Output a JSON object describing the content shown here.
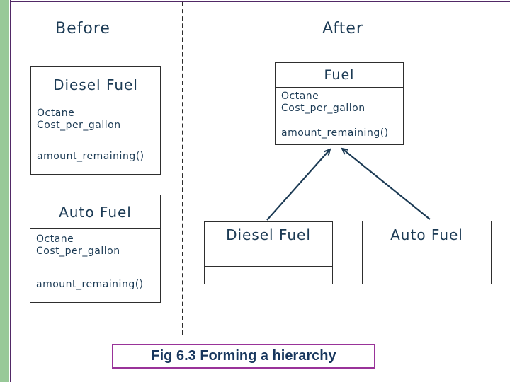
{
  "slide": {
    "headings": {
      "before": "Before",
      "after": "After"
    },
    "caption": "Fig 6.3 Forming a hierarchy"
  },
  "colors": {
    "diagram_text": "#1b3a54",
    "box_border": "#2e2e2e",
    "sidebar_green": "#98c998",
    "frame_purple": "#512866",
    "caption_border": "#993399",
    "caption_text": "#17365d",
    "arrow": "#1b3a54"
  },
  "before_section": {
    "classes": [
      {
        "name": "Diesel Fuel",
        "attributes": [
          "Octane",
          "Cost_per_gallon"
        ],
        "methods": [
          "amount_remaining()"
        ]
      },
      {
        "name": "Auto Fuel",
        "attributes": [
          "Octane",
          "Cost_per_gallon"
        ],
        "methods": [
          "amount_remaining()"
        ]
      }
    ]
  },
  "after_section": {
    "parent_class": {
      "name": "Fuel",
      "attributes": [
        "Octane",
        "Cost_per_gallon"
      ],
      "methods": [
        "amount_remaining()"
      ]
    },
    "child_classes": [
      {
        "name": "Diesel Fuel"
      },
      {
        "name": "Auto Fuel"
      }
    ]
  }
}
